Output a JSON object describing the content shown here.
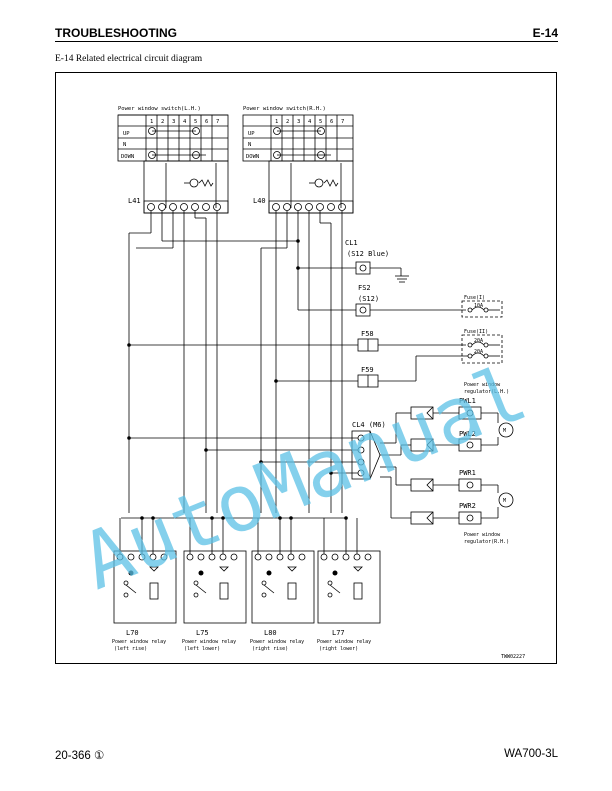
{
  "header": {
    "title": "TROUBLESHOOTING",
    "code": "E-14"
  },
  "subtitle": "E-14 Related electrical circuit diagram",
  "diagram": {
    "switch_left": {
      "title": "Power window switch(L.H.)",
      "connector": "L41"
    },
    "switch_right": {
      "title": "Power window switch(R.H.)",
      "connector": "L40"
    },
    "pins": [
      "1",
      "2",
      "3",
      "4",
      "5",
      "6",
      "7"
    ],
    "rows": [
      "UP",
      "N",
      "DOWN"
    ],
    "cl1": {
      "name": "CL1",
      "spec": "(S12 Blue)"
    },
    "fs2": {
      "name": "FS2",
      "spec": "(S12)"
    },
    "f58": "F58",
    "f59": "F59",
    "cl4": "CL4 (M6)",
    "fuse1": "Fuse(I)",
    "fuse2": "Fuse(II)",
    "fuse1_rating": "10A",
    "fuse2_rating_a": "20A",
    "fuse2_rating_b": "20A",
    "reg_lh": [
      "Power window",
      "regulator(L.H.)"
    ],
    "reg_rh": [
      "Power window",
      "regulator(R.H.)"
    ],
    "pwl1": "PWL1",
    "pwl2": "PWL2",
    "pwr1": "PWR1",
    "pwr2": "PWR2",
    "motor": "M",
    "relays": [
      {
        "id": "L70",
        "line1": "Power window relay",
        "line2": "(left rise)"
      },
      {
        "id": "L75",
        "line1": "Power window relay",
        "line2": "(left lower)"
      },
      {
        "id": "L80",
        "line1": "Power window relay",
        "line2": "(right rise)"
      },
      {
        "id": "L77",
        "line1": "Power window relay",
        "line2": "(right lower)"
      }
    ],
    "figure_code": "TWW02227"
  },
  "watermark": "AutoManual",
  "footer": {
    "page": "20-366 ①",
    "model": "WA700-3L"
  }
}
